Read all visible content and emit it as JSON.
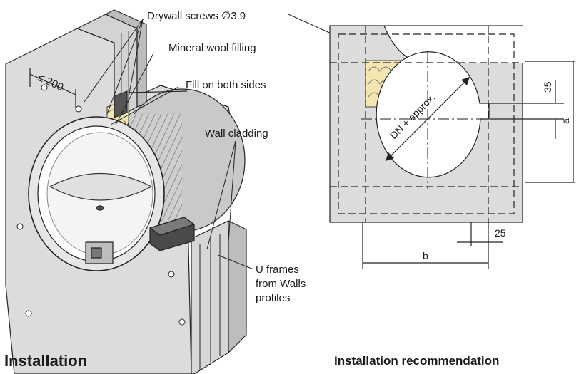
{
  "labels": {
    "screws": "Drywall screws ∅3.9",
    "max_spacing": "≤ 200",
    "mineral_wool": "Mineral wool filling",
    "fill_sides": "Fill on both sides",
    "wall_cladding": "Wall cladding",
    "u_frames_1": "U frames",
    "u_frames_2": "from Walls",
    "u_frames_3": "profiles"
  },
  "dimensions": {
    "dn": "DN + approx.",
    "d35": "35",
    "a": "a",
    "d25": "25",
    "b": "b"
  },
  "headings": {
    "installation": "Installation",
    "recommendation": "Installation recommendation"
  },
  "colors": {
    "panel": "#dcdcdc",
    "panel_dark": "#bdbdbd",
    "wool": "#f3e6b0",
    "line": "#222222"
  }
}
